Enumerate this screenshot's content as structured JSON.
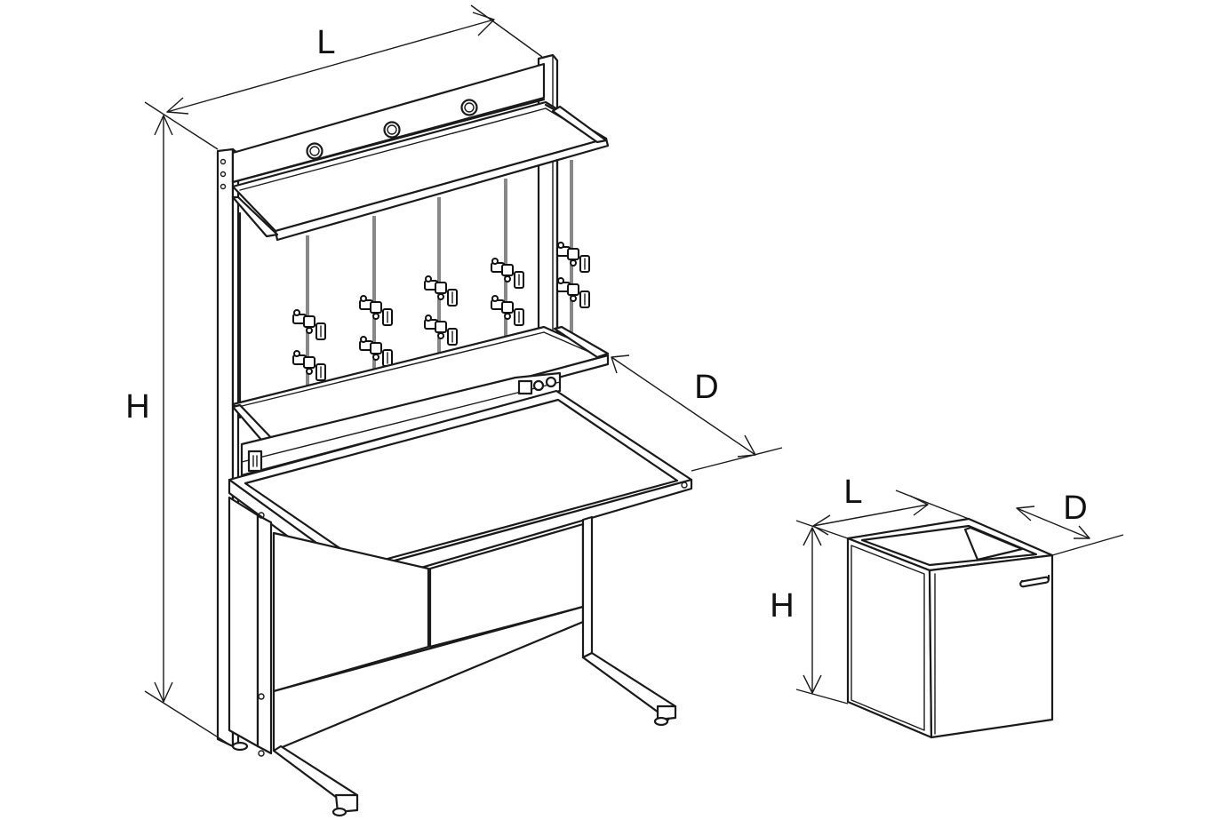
{
  "workbench": {
    "dim_length": "L",
    "dim_height": "H",
    "dim_depth": "D"
  },
  "cabinet": {
    "dim_length": "L",
    "dim_height": "H",
    "dim_depth": "D"
  }
}
